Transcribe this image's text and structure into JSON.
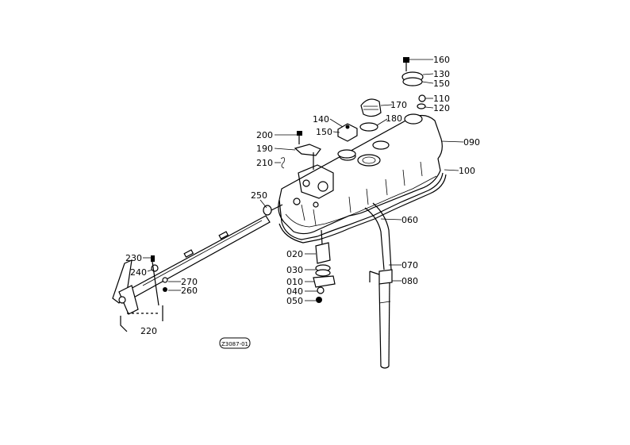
{
  "diagram": {
    "drawing_code": "Z3087-01",
    "parts": [
      {
        "id": "p160",
        "label": "160"
      },
      {
        "id": "p130",
        "label": "130"
      },
      {
        "id": "p150a",
        "label": "150"
      },
      {
        "id": "p110",
        "label": "110"
      },
      {
        "id": "p120",
        "label": "120"
      },
      {
        "id": "p170",
        "label": "170"
      },
      {
        "id": "p180",
        "label": "180"
      },
      {
        "id": "p140",
        "label": "140"
      },
      {
        "id": "p150b",
        "label": "150"
      },
      {
        "id": "p200",
        "label": "200"
      },
      {
        "id": "p190",
        "label": "190"
      },
      {
        "id": "p210",
        "label": "210"
      },
      {
        "id": "p090",
        "label": "090"
      },
      {
        "id": "p100",
        "label": "100"
      },
      {
        "id": "p250",
        "label": "250"
      },
      {
        "id": "p060",
        "label": "060"
      },
      {
        "id": "p020",
        "label": "020"
      },
      {
        "id": "p070",
        "label": "070"
      },
      {
        "id": "p030",
        "label": "030"
      },
      {
        "id": "p080",
        "label": "080"
      },
      {
        "id": "p010",
        "label": "010"
      },
      {
        "id": "p040",
        "label": "040"
      },
      {
        "id": "p050",
        "label": "050"
      },
      {
        "id": "p230",
        "label": "230"
      },
      {
        "id": "p240",
        "label": "240"
      },
      {
        "id": "p270",
        "label": "270"
      },
      {
        "id": "p260",
        "label": "260"
      },
      {
        "id": "p220",
        "label": "220"
      }
    ]
  }
}
